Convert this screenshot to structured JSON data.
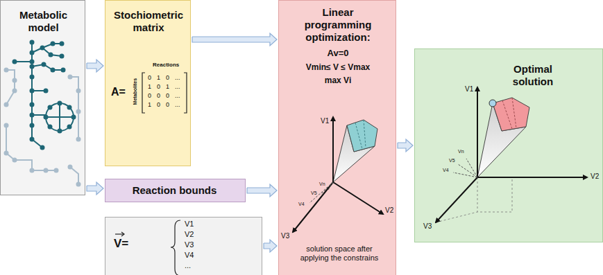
{
  "diagram": {
    "nodes": [
      {
        "text": [
          "Metabolic model"
        ]
      },
      {
        "text": [
          "Stochiometric matrix",
          "A=",
          "Reactions",
          "Metabolites",
          "0",
          "1",
          "0",
          "...",
          "1",
          "0",
          "1",
          "...",
          "0",
          "0",
          "0",
          "...",
          "1",
          "0",
          "0",
          "..."
        ]
      },
      {
        "text": [
          "Reaction bounds"
        ]
      },
      {
        "text": [
          "V=",
          "V1",
          "V2",
          "V3",
          "V4",
          "..."
        ]
      },
      {
        "text": [
          "Linear programming optimization:",
          "Av=0",
          "Vmin≤ V ≤ Vmax",
          "max Vi",
          "V1",
          "V2",
          "V3",
          "V4",
          "V5",
          "Vn",
          "solution space after applying the constrains"
        ]
      },
      {
        "text": [
          "Optimal solution",
          "V1",
          "V2",
          "V3",
          "V4",
          "V5",
          "Vn"
        ]
      }
    ],
    "edges": [
      {
        "from": 0,
        "to": 1,
        "arrow": "to"
      },
      {
        "from": 0,
        "to": 2,
        "arrow": "to"
      },
      {
        "from": 1,
        "to": 4,
        "arrow": "to"
      },
      {
        "from": 2,
        "to": 4,
        "arrow": "to"
      },
      {
        "from": 3,
        "to": 4,
        "arrow": "to"
      },
      {
        "from": 4,
        "to": 5,
        "arrow": "to"
      }
    ]
  }
}
